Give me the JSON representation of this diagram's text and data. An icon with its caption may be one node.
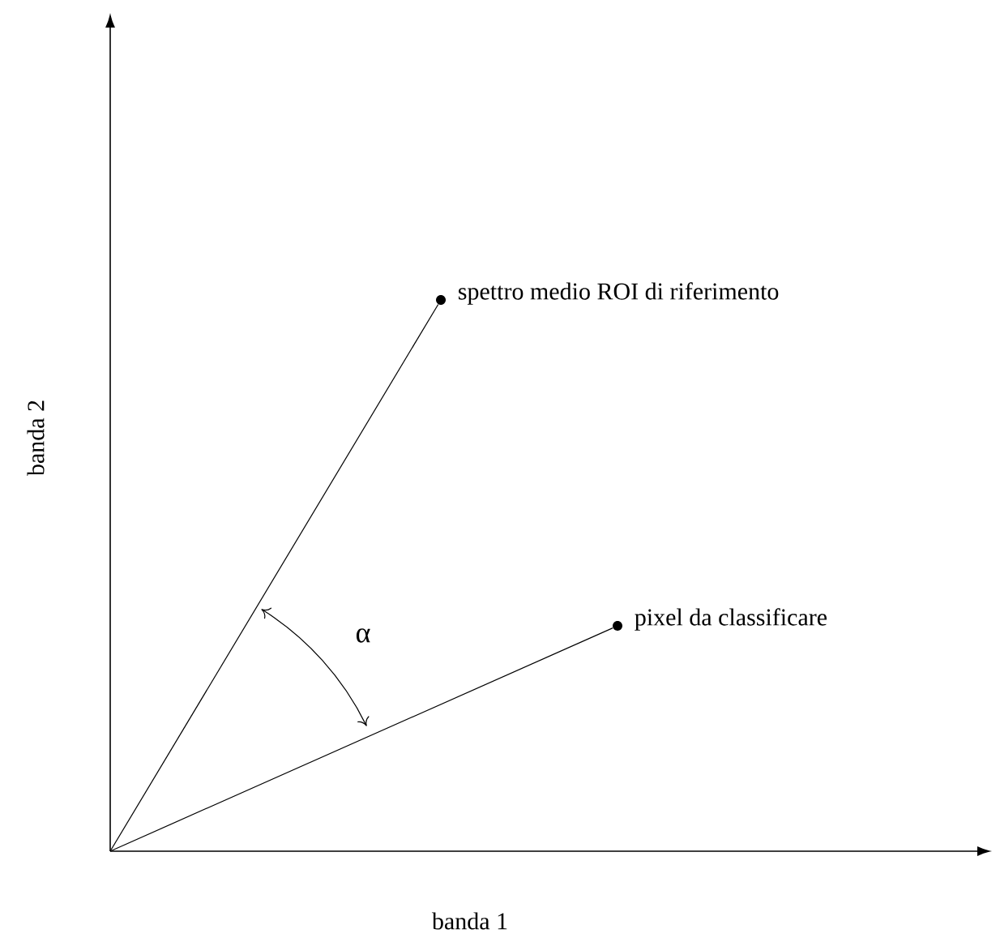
{
  "diagram": {
    "nodes": [
      {
        "text": [],
        "shape": "circle",
        "beside": [
          "spettro medio ROI di riferimento"
        ]
      },
      {
        "text": [],
        "shape": "circle",
        "beside": [
          "pixel da classificare"
        ]
      }
    ],
    "edges": [
      {
        "from": null,
        "to": 0,
        "arrow": "none"
      },
      {
        "from": null,
        "to": 1,
        "arrow": "none"
      }
    ],
    "labels": [
      "banda 2",
      "α",
      "banda 1"
    ]
  }
}
